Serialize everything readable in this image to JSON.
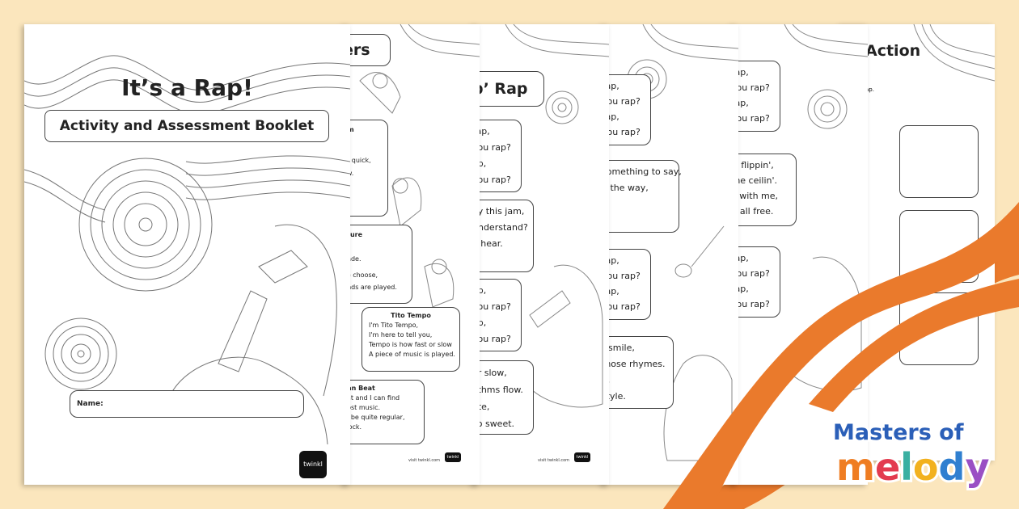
{
  "cover": {
    "title": "It’s a Rap!",
    "subtitle": "Activity and Assessment Booklet",
    "name_label": "Name:"
  },
  "characters_page": {
    "title_fragment": "ers",
    "box1": [
      "am",
      "er quick,",
      "ow."
    ],
    "box2": [
      "xture",
      "hade.",
      "ve choose,",
      "unds are played."
    ],
    "tito_tempo": {
      "heading": "Tito Tempo",
      "lines": [
        "I'm Tito Tempo,",
        "I'm here to tell you,",
        "Tempo is how fast or slow",
        "A piece of music is played."
      ]
    },
    "evan_beat": {
      "heading": "van Beat",
      "lines": [
        "eat and I can find",
        "nost music.",
        "ld be quite regular,",
        "clock."
      ]
    }
  },
  "rap_page": {
    "title_fragment": "p’ Rap",
    "box1": [
      "rap,",
      "you rap?",
      "ap,",
      "you rap?"
    ],
    "box2": [
      "oy this jam,",
      "understand?",
      "",
      "o hear."
    ],
    "box3": [
      "ap,",
      "you rap?",
      "ap,",
      "you rap?"
    ],
    "box4": [
      "or slow,",
      "ythms flow.",
      "ete,",
      "so sweet."
    ],
    "footer_url": "visit twinkl.com"
  },
  "page4": {
    "box1": [
      "rap,",
      "you rap?",
      "rap,",
      "you rap?"
    ],
    "box2": [
      "something to say,",
      "",
      "d the way,",
      "."
    ],
    "box3": [
      "rap,",
      "you rap?",
      "rap,",
      "you rap?"
    ],
    "box4": [
      "r smile,",
      "those rhymes.",
      "e,",
      "style."
    ]
  },
  "page5": {
    "box1": [
      "rap,",
      "you rap?",
      "rap,",
      "you rap?"
    ],
    "box2": [
      "is flippin',",
      "the ceilin'.",
      "o with me,",
      "it all free."
    ],
    "box3": [
      "rap,",
      "you rap?",
      "rap,",
      "you rap?"
    ]
  },
  "page6": {
    "title_fragment": "Action",
    "subtext": "ap."
  },
  "brand": {
    "twinkl": "twinkl",
    "logo_line1": "Masters of",
    "logo_line2": "melody"
  },
  "colors": {
    "background": "#fbe6bd",
    "ribbon": "#ea7a2c",
    "logo_blue": "#2b5fb8",
    "melody_m": "#ef7d22",
    "melody_e": "#e33b4f",
    "melody_l": "#3ab0a2",
    "melody_o": "#f2b11e",
    "melody_d": "#2f7fd0",
    "melody_y": "#9a4fc4"
  }
}
